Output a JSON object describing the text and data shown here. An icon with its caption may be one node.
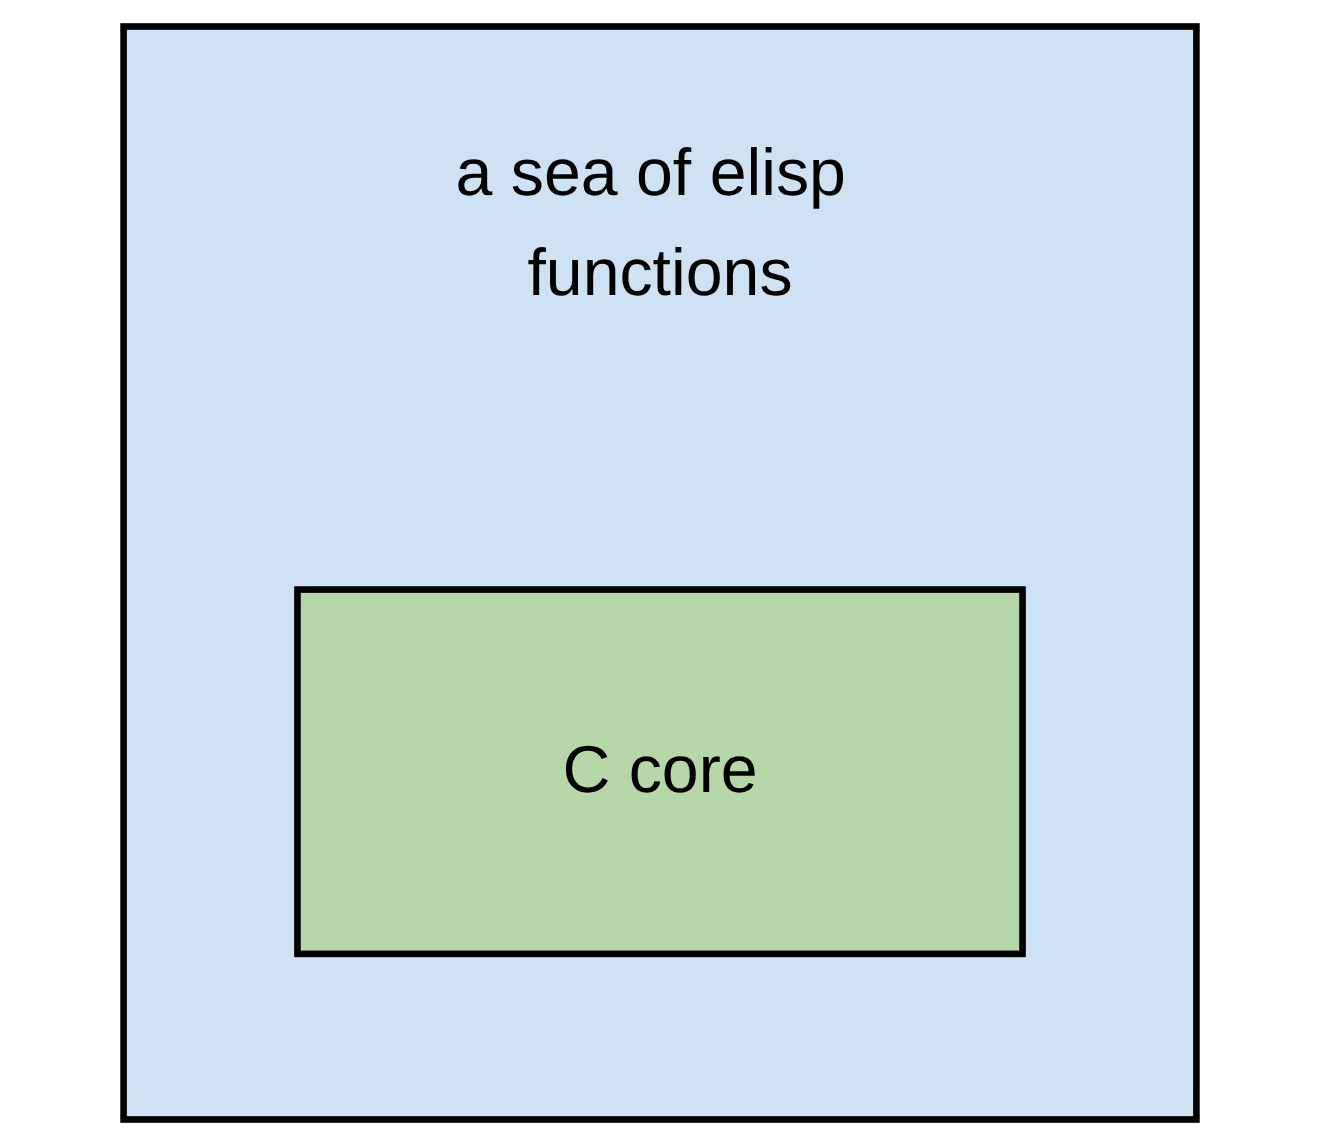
{
  "diagram": {
    "nodes": [
      {
        "text": [
          "a sea of elisp functions"
        ]
      },
      {
        "text": [
          "C core"
        ],
        "in": 0
      }
    ]
  }
}
